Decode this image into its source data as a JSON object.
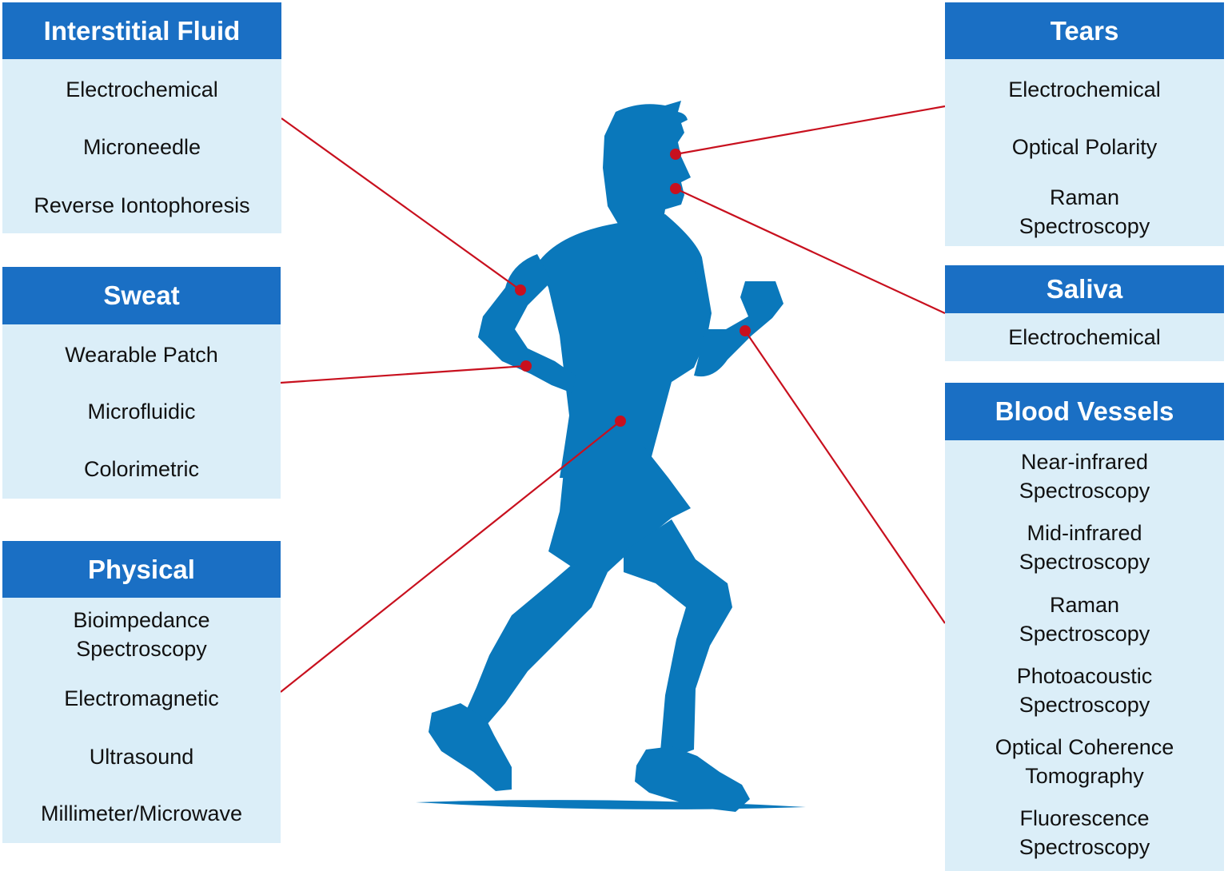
{
  "panels": {
    "interstitial": {
      "title": "Interstitial Fluid",
      "items": [
        "Electrochemical",
        "Microneedle",
        "Reverse Iontophoresis"
      ]
    },
    "sweat": {
      "title": "Sweat",
      "items": [
        "Wearable Patch",
        "Microfluidic",
        "Colorimetric"
      ]
    },
    "physical": {
      "title": "Physical",
      "items": [
        "Bioimpedance\nSpectroscopy",
        "Electromagnetic",
        "Ultrasound",
        "Millimeter/Microwave"
      ]
    },
    "tears": {
      "title": "Tears",
      "items": [
        "Electrochemical",
        "Optical Polarity",
        "Raman\nSpectroscopy"
      ]
    },
    "saliva": {
      "title": "Saliva",
      "items": [
        "Electrochemical"
      ]
    },
    "blood": {
      "title": "Blood Vessels",
      "items": [
        "Near-infrared\nSpectroscopy",
        "Mid-infrared\nSpectroscopy",
        "Raman\nSpectroscopy",
        "Photoacoustic\nSpectroscopy",
        "Optical Coherence\nTomography",
        "Fluorescence\nSpectroscopy"
      ]
    }
  },
  "colors": {
    "header": "#1a6fc4",
    "body": "#dbeef8",
    "figure": "#0a78bb",
    "connector": "#c8101e"
  }
}
